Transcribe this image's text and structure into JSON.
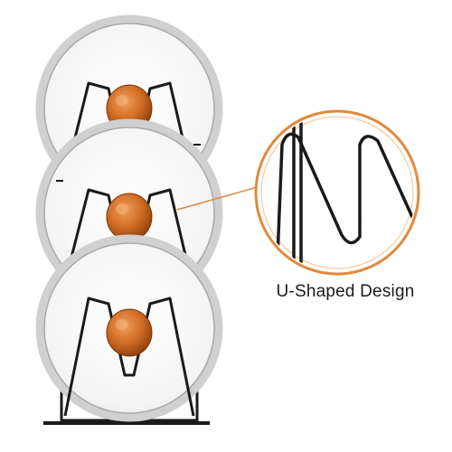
{
  "caption": "U-Shaped Design",
  "colors": {
    "background": "#ffffff",
    "wire": "#1a1a1a",
    "lid_ring": "#c8c8c8",
    "lid_glass": "#f6f6f6",
    "knob": "#c8641e",
    "accent_ring": "#e08a3c"
  },
  "elements": {
    "rack": "wire-rack",
    "lids": 3,
    "knobs": 3,
    "zoom_detail": "u-shaped-wire-closeup"
  }
}
